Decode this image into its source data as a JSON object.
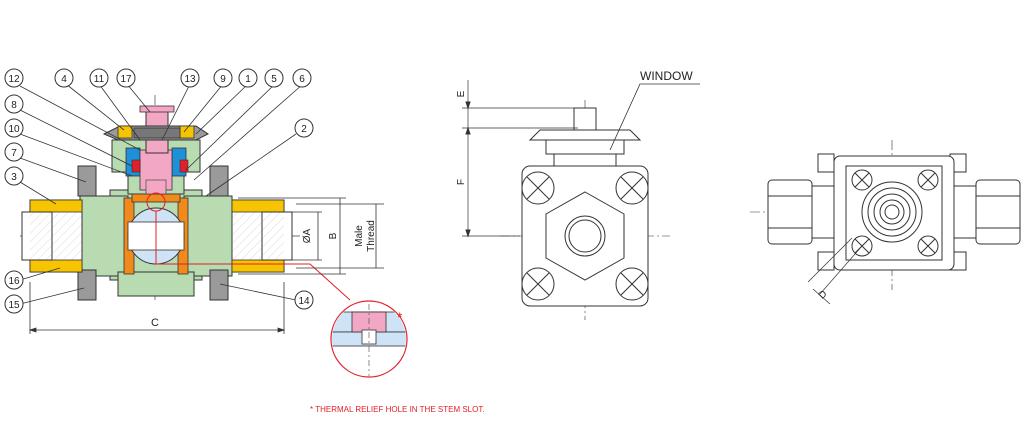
{
  "callouts": [
    "12",
    "4",
    "11",
    "17",
    "13",
    "9",
    "1",
    "5",
    "6",
    "8",
    "10",
    "2",
    "7",
    "3",
    "16",
    "15",
    "14"
  ],
  "dimensions": {
    "c": "C",
    "phi_a": "ØA",
    "b": "B",
    "male_thread_1": "Male",
    "male_thread_2": "Thread",
    "e": "E",
    "f": "F",
    "d": "D"
  },
  "window_label": "WINDOW",
  "detail_marker": "*",
  "footnote": "* THERMAL RELIEF HOLE IN THE STEM SLOT.",
  "colors": {
    "handle_yellow": "#f6c400",
    "stem_pink": "#f2a7c4",
    "body_green": "#b9dbb2",
    "packing_blue": "#1e90d8",
    "seat_orange": "#f08a1c",
    "nut_grey": "#9a9a9a",
    "ball_blue": "#cfe3f7",
    "accent_red": "#e0202a"
  }
}
